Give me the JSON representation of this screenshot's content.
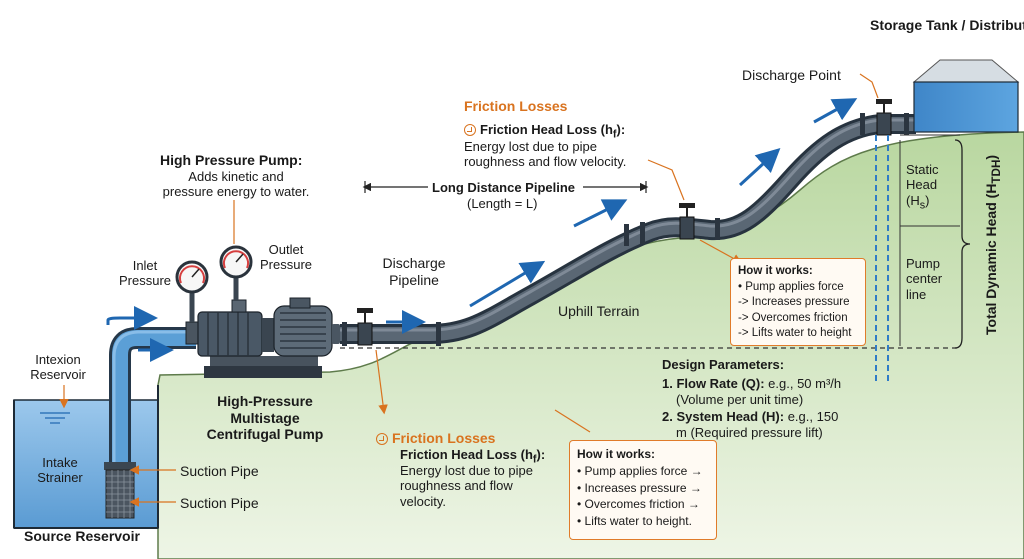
{
  "labels": {
    "storage_tank": "Storage Tank /\nDistribution Point",
    "discharge_point": "Discharge Point",
    "friction_losses_top": "Friction Losses",
    "friction_head_loss_top": "Friction Head Loss (h",
    "friction_sub": "f",
    "friction_desc_top": "Energy lost due to pipe\nroughness and flow velocity.",
    "high_pressure_pump": "High Pressure Pump:",
    "high_pressure_pump_desc": "Adds kinetic and\npressure energy to water.",
    "long_distance_pipeline": "Long Distance Pipeline",
    "length": "(Length = L)",
    "inlet_pressure": "Inlet\nPressure",
    "outlet_pressure": "Outlet\nPressure",
    "discharge_pipeline": "Discharge\nPipeline",
    "uphill_terrain": "Uphill Terrain",
    "static_head": "Static\nHead\n(H",
    "static_sub": "s",
    "pump_center_line": "Pump\ncenter\nline",
    "total_dynamic_head": "Total Dynamic Head (H",
    "tdh_sub": "TDH",
    "intake_reservoir": "Intexion\nReservoir",
    "intake_strainer": "Intake\nStrainer",
    "suction_pipe_1": "Suction Pipe",
    "suction_pipe_2": "Suction Pipe",
    "source_reservoir": "Source Reservoir",
    "pump_name": "High-Pressure\nMultistage\nCentrifugal Pump",
    "friction_losses_bottom": "Friction Losses",
    "friction_head_loss_bottom": "Friction Head Loss (h",
    "friction_desc_bottom": "Energy lost due to pipe\nroughness and flow\nvelocity."
  },
  "how_it_works_right": {
    "title": "How it works:",
    "lines": [
      "• Pump applies force",
      "-> Increases pressure",
      "-> Overcomes friction",
      "-> Lifts water to height"
    ]
  },
  "how_it_works_bottom": {
    "title": "How it works:",
    "lines": [
      "• Pump applies force →",
      "• Increases pressure →",
      "• Overcomes friction →",
      "• Lifts water to height."
    ]
  },
  "design_parameters": {
    "title": "Design Parameters:",
    "item1_label": "1. Flow Rate (Q):",
    "item1_value": " e.g., 50 m³/h",
    "item1_note": "(Volume per unit time)",
    "item2_label": "2. System Head (H):",
    "item2_value": " e.g., 150",
    "item2_note": "m (Required pressure lift)"
  },
  "colors": {
    "water": "#5b9fd6",
    "water_light": "#cfe3f4",
    "pipe": "#3e4a57",
    "terrain": "#cfe3bf",
    "terrain_line": "#6e8a5a",
    "accent": "#d9731f",
    "flow_arrow": "#1f67b1"
  },
  "icons": [
    "friction-loss-icon",
    "flow-arrow-icon",
    "pressure-gauge-icon",
    "valve-icon",
    "flange-icon",
    "tank-icon",
    "motor-icon"
  ]
}
